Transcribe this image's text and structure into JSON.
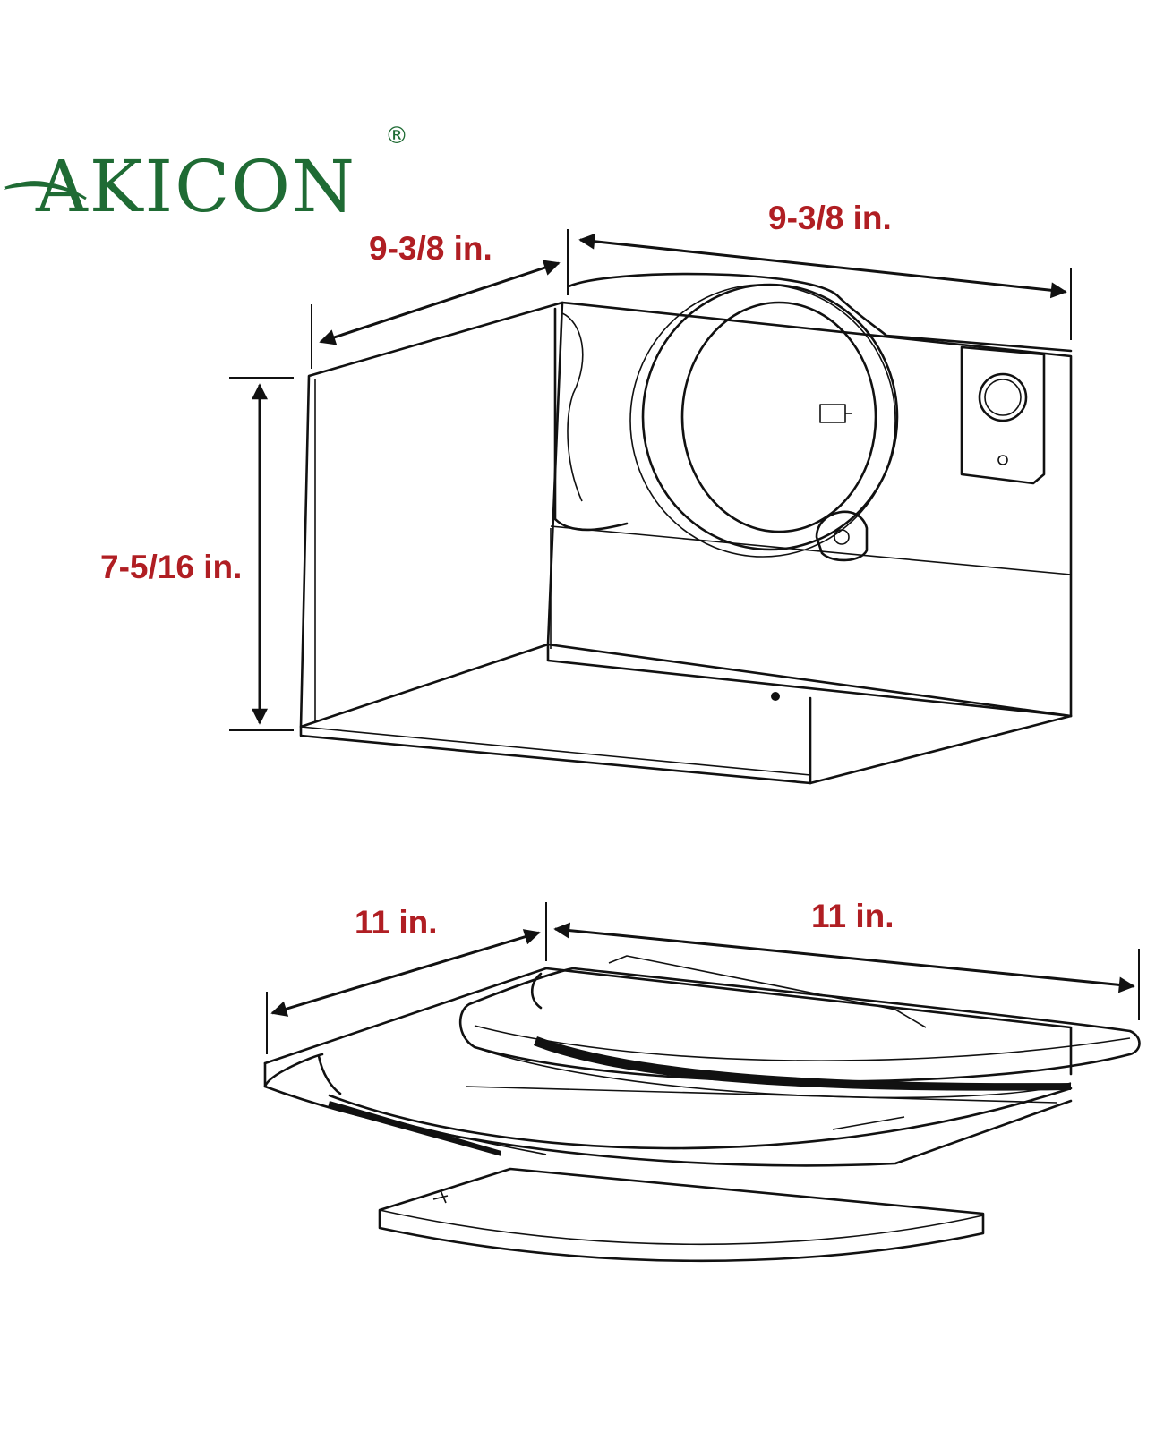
{
  "brand": {
    "name": "AKICON",
    "registered_mark": "®",
    "color": "#1f6b34"
  },
  "dimension_color": "#b01e23",
  "fan_housing": {
    "depth_label": "9-3/8 in.",
    "width_label": "9-3/8 in.",
    "height_label": "7-5/16 in."
  },
  "grille": {
    "depth_label": "11 in.",
    "width_label": "11 in."
  }
}
